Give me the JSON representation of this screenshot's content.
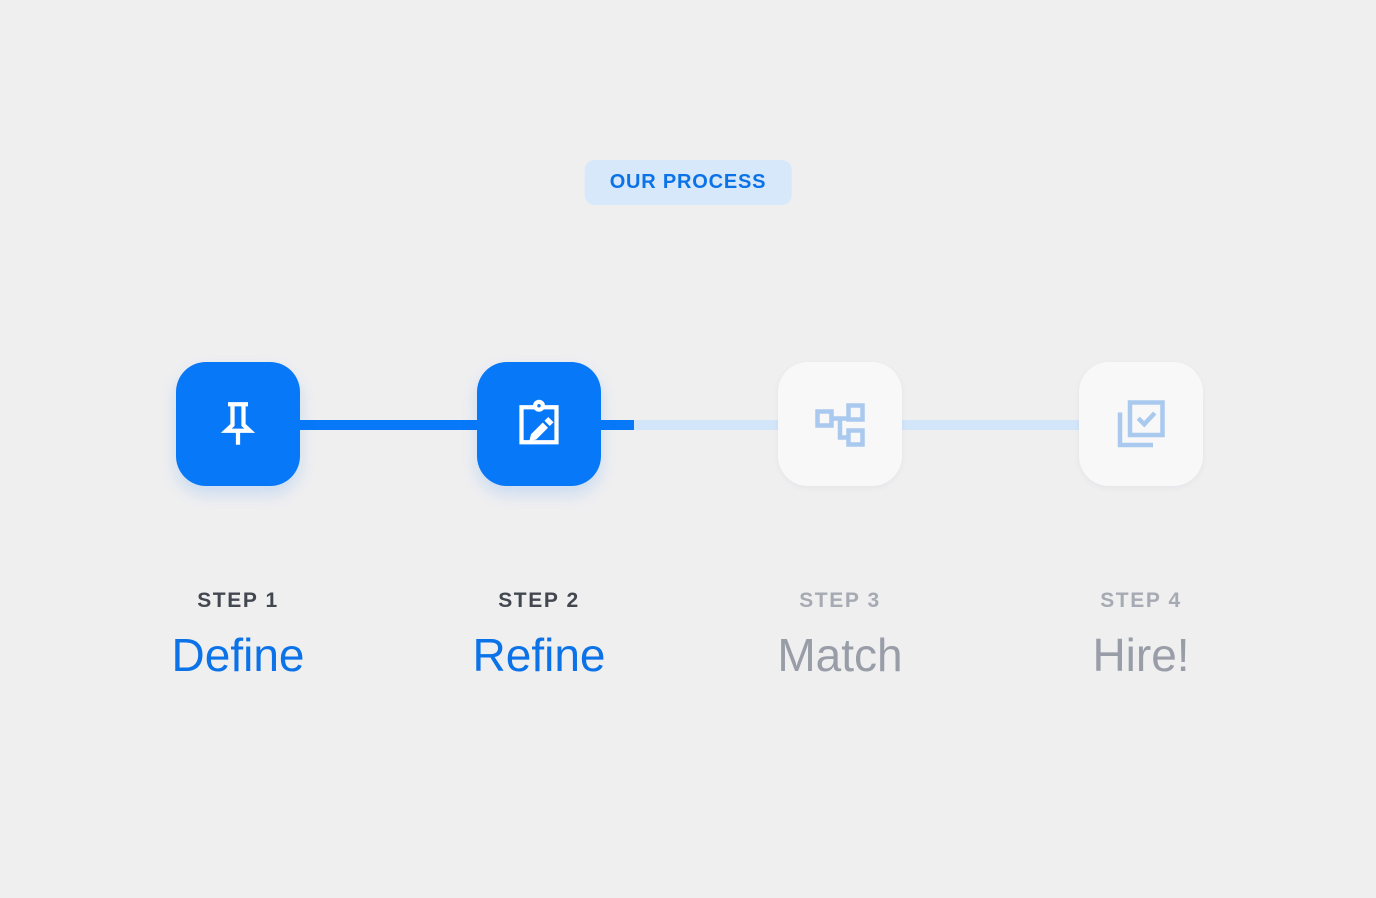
{
  "badge": {
    "label": "OUR PROCESS"
  },
  "steps": [
    {
      "step_label": "STEP 1",
      "title": "Define",
      "icon": "pin-icon",
      "state": "completed"
    },
    {
      "step_label": "STEP 2",
      "title": "Refine",
      "icon": "clipboard-edit-icon",
      "state": "active"
    },
    {
      "step_label": "STEP 3",
      "title": "Match",
      "icon": "org-chart-icon",
      "state": "upcoming"
    },
    {
      "step_label": "STEP 4",
      "title": "Hire!",
      "icon": "checkbox-stack-icon",
      "state": "upcoming"
    }
  ],
  "connectors": [
    {
      "between": "step-1-and-2",
      "state": "filled"
    },
    {
      "between": "step-2-and-3",
      "state": "partially-filled"
    },
    {
      "between": "step-3-and-4",
      "state": "unfilled"
    }
  ],
  "colors": {
    "accent": "#0778f7",
    "accent-text": "#0b72e8",
    "light-track": "#d2e5f9",
    "badge-bg": "#d7e8fb",
    "page-bg": "#efeff0",
    "inactive-card": "#f8f8f9",
    "inactive-icon": "#a9c9ee",
    "label-dark": "#43474f",
    "label-gray": "#a6aab3",
    "title-gray": "#989da7"
  }
}
